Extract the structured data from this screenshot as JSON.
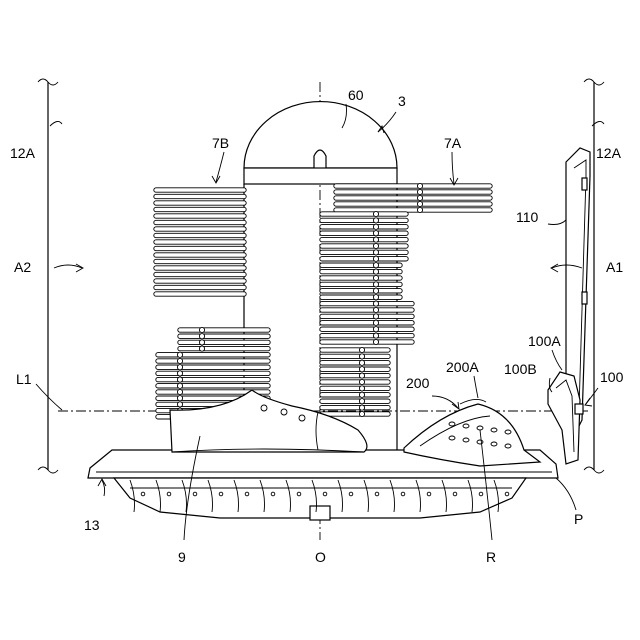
{
  "labels": {
    "l60": "60",
    "l3": "3",
    "l7B": "7B",
    "l7A": "7A",
    "l12A_left": "12A",
    "l12A_right": "12A",
    "l110": "110",
    "lA2": "A2",
    "lA1": "A1",
    "l100A": "100A",
    "l100B": "100B",
    "l100": "100",
    "l200": "200",
    "l200A": "200A",
    "lL1": "L1",
    "l13": "13",
    "l9": "9",
    "lO": "O",
    "lR": "R",
    "lP": "P"
  }
}
